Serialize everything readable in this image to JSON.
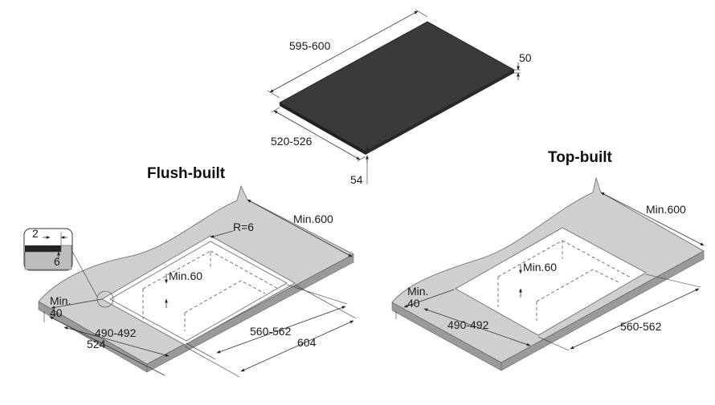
{
  "titles": {
    "flush": "Flush-built",
    "top": "Top-built"
  },
  "hob": {
    "width": "595-600",
    "depth": "520-526",
    "height_total": "50",
    "height_edge": "54"
  },
  "flush": {
    "min_back": "Min.600",
    "radius": "R=6",
    "detail_gap": "2",
    "detail_depth": "6",
    "min_depth": "Min.60",
    "min_front_a": "Min.",
    "min_front_b": "40",
    "cut_depth": "490-492",
    "recess_depth": "524",
    "cut_width": "560-562",
    "recess_width": "604"
  },
  "top": {
    "min_back": "Min.600",
    "min_depth": "Min.60",
    "min_front_a": "Min.",
    "min_front_b": "40",
    "cut_depth": "490-492",
    "cut_width": "560-562"
  },
  "colors": {
    "hob_glass": "#3a3a3a",
    "counter": "#cfcfcf",
    "counter_edge": "#9a9a9a"
  }
}
